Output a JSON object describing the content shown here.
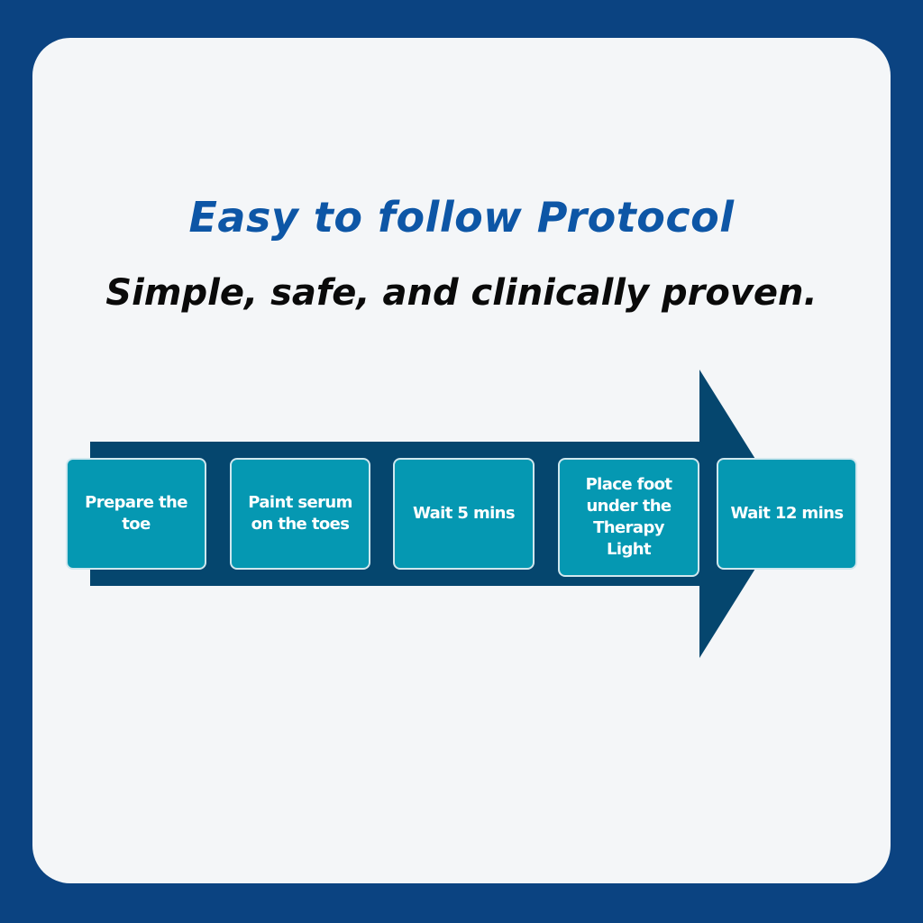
{
  "colors": {
    "frame": "#0b4381",
    "card": "#f4f6f8",
    "title": "#0d56a6",
    "arrow": "#05466e",
    "step_box": "#0598b2",
    "step_text": "#ffffff"
  },
  "header": {
    "title": "Easy to follow Protocol",
    "subtitle": "Simple, safe, and clinically proven."
  },
  "protocol": {
    "arrow_icon": "right-arrow-icon",
    "steps": [
      {
        "label": "Prepare the toe"
      },
      {
        "label": "Paint serum on the toes"
      },
      {
        "label": "Wait 5 mins"
      },
      {
        "label": "Place foot under the Therapy Light"
      },
      {
        "label": "Wait 12 mins"
      }
    ]
  }
}
